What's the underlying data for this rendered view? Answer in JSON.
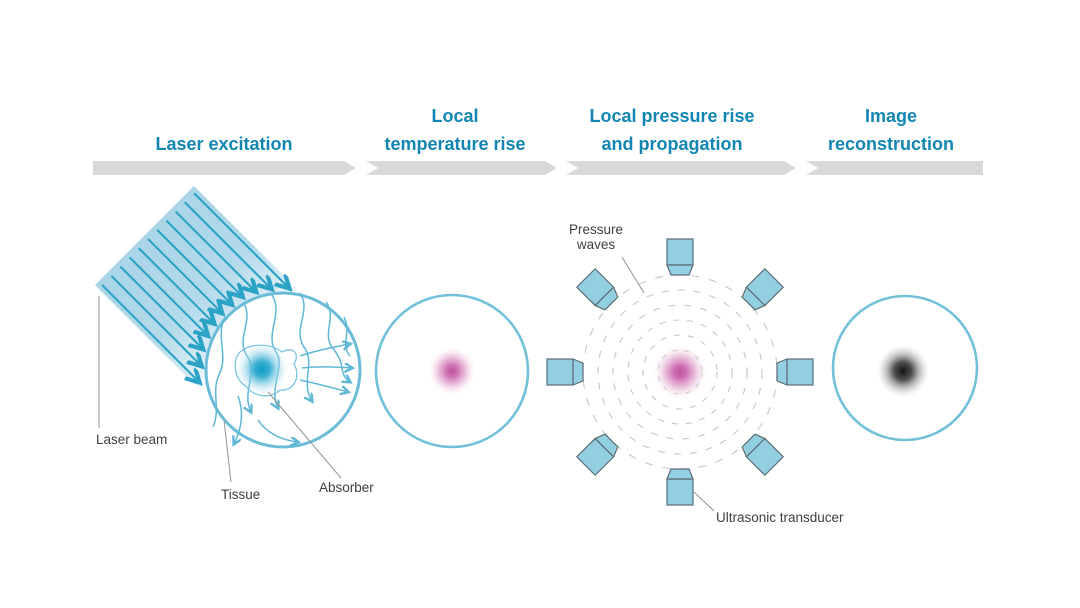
{
  "title_row": {
    "stages": [
      {
        "lines": [
          "Laser excitation"
        ]
      },
      {
        "lines": [
          "Local",
          "temperature rise"
        ]
      },
      {
        "lines": [
          "Local pressure rise",
          "and propagation"
        ]
      },
      {
        "lines": [
          "Image",
          "reconstruction"
        ]
      }
    ]
  },
  "labels": {
    "laser_beam": "Laser beam",
    "tissue": "Tissue",
    "absorber": "Absorber",
    "pressure_waves": [
      "Pressure",
      "waves"
    ],
    "ultrasonic_transducer": "Ultrasonic transducer"
  },
  "colors": {
    "stage_title_teal": "#1286b2",
    "arrow_bar_gray": "#d9d9d9",
    "beam_fill_blue": "#a5d3e6",
    "beam_arrow_teal": "#2ba3c7",
    "circle_stroke_blue": "#6abcd8",
    "scatter_arrow_blue": "#5fb7d6",
    "absorber_cyan": "#0e9ac4",
    "pressure_spot_pink": "#c75fa6",
    "pressure_wave_dash_gray": "#c6c6ca",
    "transducer_fill": "#92cfe1",
    "transducer_stroke": "#5e6e76",
    "reconstructed_spot_dark": "#141414",
    "label_text": "#404040",
    "leader_line_gray": "#9a9a9a"
  }
}
